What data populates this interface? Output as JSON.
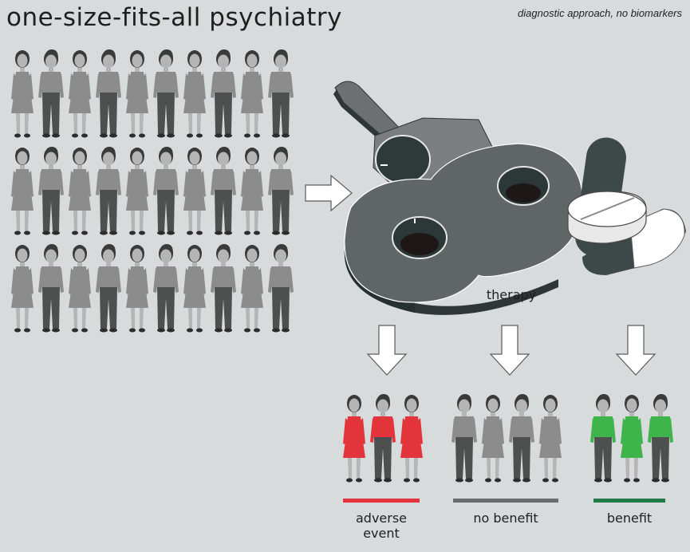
{
  "title": "one-size-fits-all psychiatry",
  "subtitle": "diagnostic approach, no biomarkers",
  "therapy_label": "therapy",
  "outcomes": [
    {
      "label": "adverse event",
      "color": "#e4343b"
    },
    {
      "label": "no benefit",
      "color": "#696d6f"
    },
    {
      "label": "benefit",
      "color": "#1f7a47"
    }
  ],
  "colors": {
    "background": "#d8dbdb",
    "person_gray": "#8c8c8c",
    "person_red": "#e4343b",
    "person_green": "#3fb44b"
  },
  "icons": [
    "person-female-icon",
    "person-male-icon",
    "arrow-right-icon",
    "arrow-down-icon",
    "pill-icon",
    "capsule-icon",
    "pill-organizer-icon"
  ]
}
